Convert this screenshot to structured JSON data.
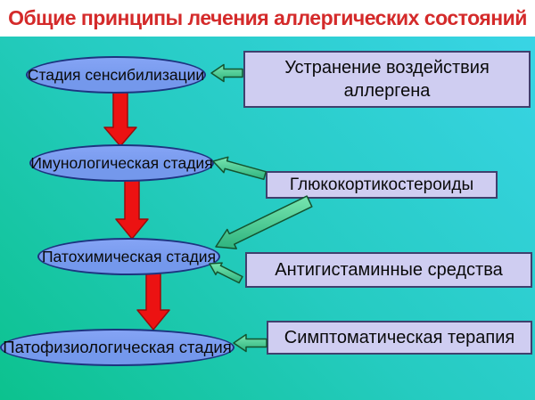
{
  "slide": {
    "title": "Общие принципы лечения аллергических состояний"
  },
  "stages": [
    {
      "label": "Стадия сенсибилизации"
    },
    {
      "label": "Имунологическая стадия"
    },
    {
      "label": "Патохимическая стадия"
    },
    {
      "label": "Патофизиологическая стадия"
    }
  ],
  "treatments": [
    {
      "label": "Устранение воздействия аллергена"
    },
    {
      "label": "Глюкокортикостероиды"
    },
    {
      "label": "Антигистаминные средства"
    },
    {
      "label": "Симптоматическая терапия"
    }
  ],
  "colors": {
    "title-red": "#d42a2a",
    "header-bg": "#ffffff",
    "bg-cyan": "#3ad5e8",
    "bg-green": "#0cc28e",
    "ellipse-fill": "#7498ec",
    "ellipse-border": "#1d3480",
    "box-fill": "#cfcdf1",
    "box-border": "#40406e",
    "flow-arrow-red": "#ec1212",
    "flow-arrow-outline": "#9b0b0b",
    "link-arrow-green-light": "#78e6b0",
    "link-arrow-green-dark": "#2eb37e",
    "link-arrow-outline": "#14532f",
    "text-black": "#0a0a0a"
  }
}
